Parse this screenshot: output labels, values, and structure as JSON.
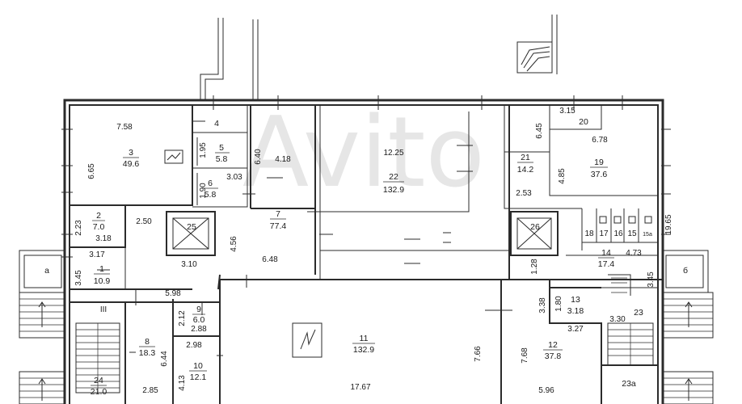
{
  "watermark": "Avito",
  "rooms": [
    {
      "id": "room-3",
      "number": "3",
      "area": "49.6"
    },
    {
      "id": "room-4",
      "number": "4",
      "area": ""
    },
    {
      "id": "room-5",
      "number": "5",
      "area": "5.8"
    },
    {
      "id": "room-6",
      "number": "6",
      "area": "5.8"
    },
    {
      "id": "room-2",
      "number": "2",
      "area": "7.0"
    },
    {
      "id": "room-7",
      "number": "7",
      "area": "77.4"
    },
    {
      "id": "room-22",
      "number": "22",
      "area": "132.9"
    },
    {
      "id": "room-20",
      "number": "20",
      "area": ""
    },
    {
      "id": "room-21",
      "number": "21",
      "area": "14.2"
    },
    {
      "id": "room-19",
      "number": "19",
      "area": "37.6"
    },
    {
      "id": "room-25",
      "number": "25",
      "area": ""
    },
    {
      "id": "room-26",
      "number": "26",
      "area": ""
    },
    {
      "id": "room-18",
      "number": "18",
      "area": ""
    },
    {
      "id": "room-17",
      "number": "17",
      "area": ""
    },
    {
      "id": "room-16",
      "number": "16",
      "area": ""
    },
    {
      "id": "room-15",
      "number": "15",
      "area": ""
    },
    {
      "id": "room-15a",
      "number": "15a",
      "area": ""
    },
    {
      "id": "room-a",
      "number": "а",
      "area": ""
    },
    {
      "id": "room-b",
      "number": "б",
      "area": ""
    },
    {
      "id": "room-1",
      "number": "1",
      "area": "10.9"
    },
    {
      "id": "room-14",
      "number": "14",
      "area": "17.4"
    },
    {
      "id": "room-13",
      "number": "13",
      "area": "3.18"
    },
    {
      "id": "room-9",
      "number": "9",
      "area": "6.0"
    },
    {
      "id": "room-8",
      "number": "8",
      "area": "18.3"
    },
    {
      "id": "room-10",
      "number": "10",
      "area": "12.1"
    },
    {
      "id": "room-11",
      "number": "11",
      "area": "132.9"
    },
    {
      "id": "room-12",
      "number": "12",
      "area": "37.8"
    },
    {
      "id": "room-23",
      "number": "23",
      "area": ""
    },
    {
      "id": "room-24",
      "number": "24",
      "area": "21.0"
    },
    {
      "id": "room-23a",
      "number": "23а",
      "area": ""
    },
    {
      "id": "stair-iii",
      "number": "III",
      "area": ""
    }
  ],
  "dimensions": [
    "7.58",
    "6.65",
    "1.95",
    "3.03",
    "1.90",
    "6.40",
    "4.18",
    "12.25",
    "3.15",
    "6.45",
    "6.78",
    "4.85",
    "2.53",
    "2.23",
    "2.50",
    "3.18",
    "4.56",
    "6.48",
    "19.65",
    "3.17",
    "3.45",
    "3.10",
    "4.73",
    "1.28",
    "5.98",
    "3.45",
    "1.80",
    "3.38",
    "3.27",
    "3.30",
    "2.12",
    "2.88",
    "2.98",
    "6.44",
    "4.13",
    "7.66",
    "7.68",
    "17.67",
    "2.85",
    "5.96"
  ]
}
